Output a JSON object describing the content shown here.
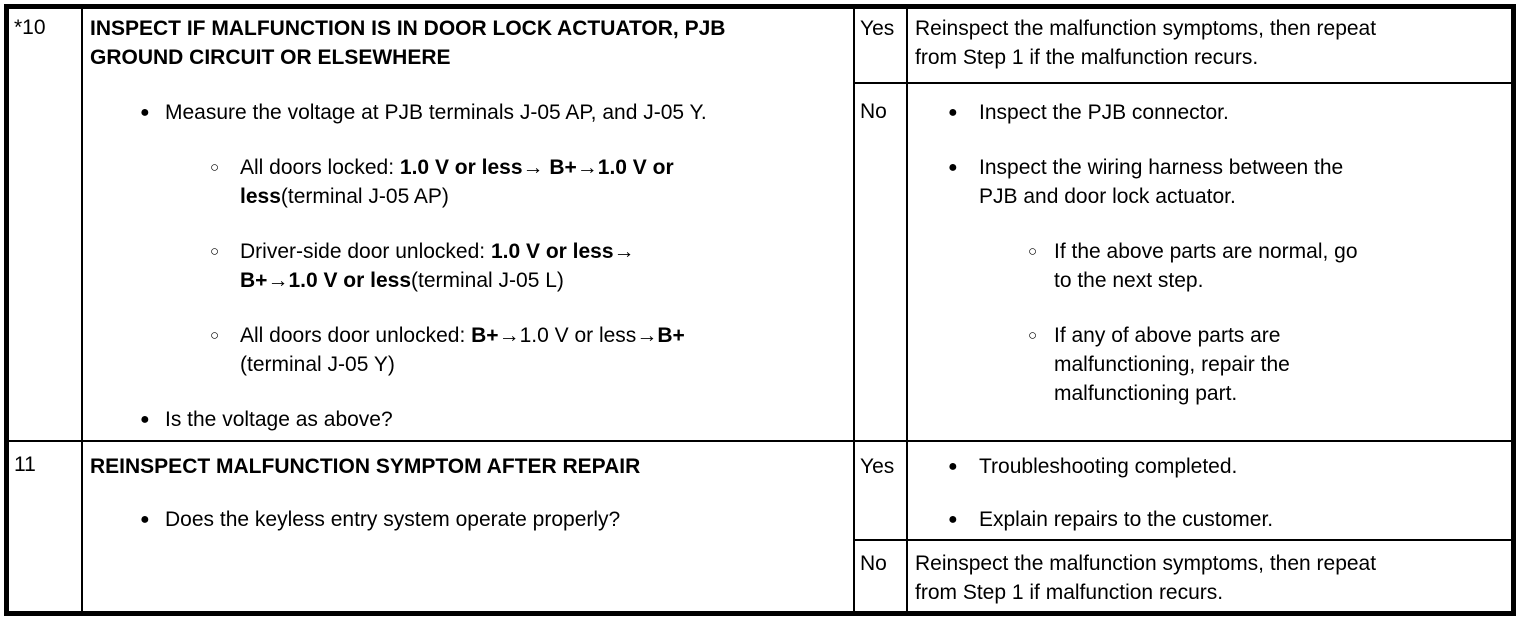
{
  "colors": {
    "border": "#000000",
    "background": "#ffffff",
    "text": "#000000"
  },
  "icons": {
    "filled_bullet": "●",
    "hollow_bullet": "○"
  },
  "table": {
    "rows": [
      {
        "step": "*10",
        "action": {
          "title_lines": [
            "INSPECT IF MALFUNCTION IS IN DOOR LOCK ACTUATOR, PJB",
            "GROUND CIRCUIT OR ELSEWHERE"
          ],
          "b1": "Measure the voltage at PJB terminals J-05 AP, and J-05 Y.",
          "s1": {
            "pre": "All doors locked: ",
            "v1": "1.0 V or less",
            "a1": "→ ",
            "v2": "B+",
            "a2": "→",
            "v3a": "1.0 V or",
            "v3b": "less",
            "post": "(terminal J-05 AP)"
          },
          "s2": {
            "pre": "Driver-side door unlocked: ",
            "v1": "1.0 V or less",
            "a1": "→",
            "v2": "B+",
            "a2": "→",
            "v3": "1.0 V or less",
            "post": "(terminal J-05 L)"
          },
          "s3": {
            "pre": "All doors door unlocked: ",
            "v1": "B+",
            "a1": "→",
            "mid": "1.0 V or less",
            "a2": "→",
            "v2": "B+",
            "post": "(terminal J-05 Y)"
          },
          "b2": "Is the voltage as above?"
        },
        "yes": {
          "label": "Yes",
          "lines": [
            "Reinspect the malfunction symptoms, then repeat",
            "from Step 1 if the malfunction recurs."
          ]
        },
        "no": {
          "label": "No",
          "b1": "Inspect the PJB connector.",
          "b2_lines": [
            "Inspect the wiring harness between the",
            "PJB and door lock actuator."
          ],
          "s1_lines": [
            "If the above parts are normal, go",
            "to the next step."
          ],
          "s2_lines": [
            "If any of above parts are",
            "malfunctioning, repair the",
            "malfunctioning part."
          ]
        }
      },
      {
        "step": "11",
        "action": {
          "title_lines": [
            "REINSPECT MALFUNCTION SYMPTOM AFTER REPAIR"
          ],
          "b1": "Does the keyless entry system operate properly?"
        },
        "yes": {
          "label": "Yes",
          "b1": "Troubleshooting completed.",
          "b2": "Explain repairs to the customer."
        },
        "no": {
          "label": "No",
          "lines": [
            "Reinspect the malfunction symptoms, then repeat",
            "from Step 1 if malfunction recurs."
          ]
        }
      }
    ]
  }
}
